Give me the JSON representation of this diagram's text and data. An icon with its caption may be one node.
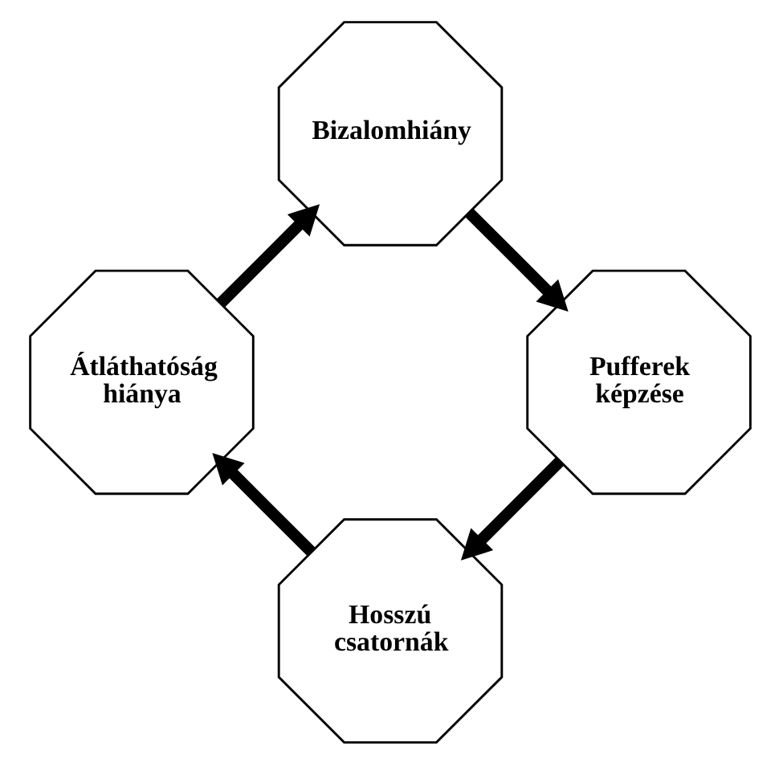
{
  "diagram": {
    "nodes": [
      {
        "text": [
          "Hosszú csatornák"
        ]
      },
      {
        "text": [
          "Átláthatóság hiánya"
        ]
      },
      {
        "text": [
          "Bizalomhiány"
        ]
      },
      {
        "text": [
          "Pufferek képzése"
        ]
      }
    ],
    "edges": [
      {
        "from": 0,
        "to": 1,
        "arrow": "to"
      },
      {
        "from": 1,
        "to": 2,
        "arrow": "to"
      },
      {
        "from": 2,
        "to": 3,
        "arrow": "to"
      },
      {
        "from": 3,
        "to": 0,
        "arrow": "to"
      }
    ]
  }
}
